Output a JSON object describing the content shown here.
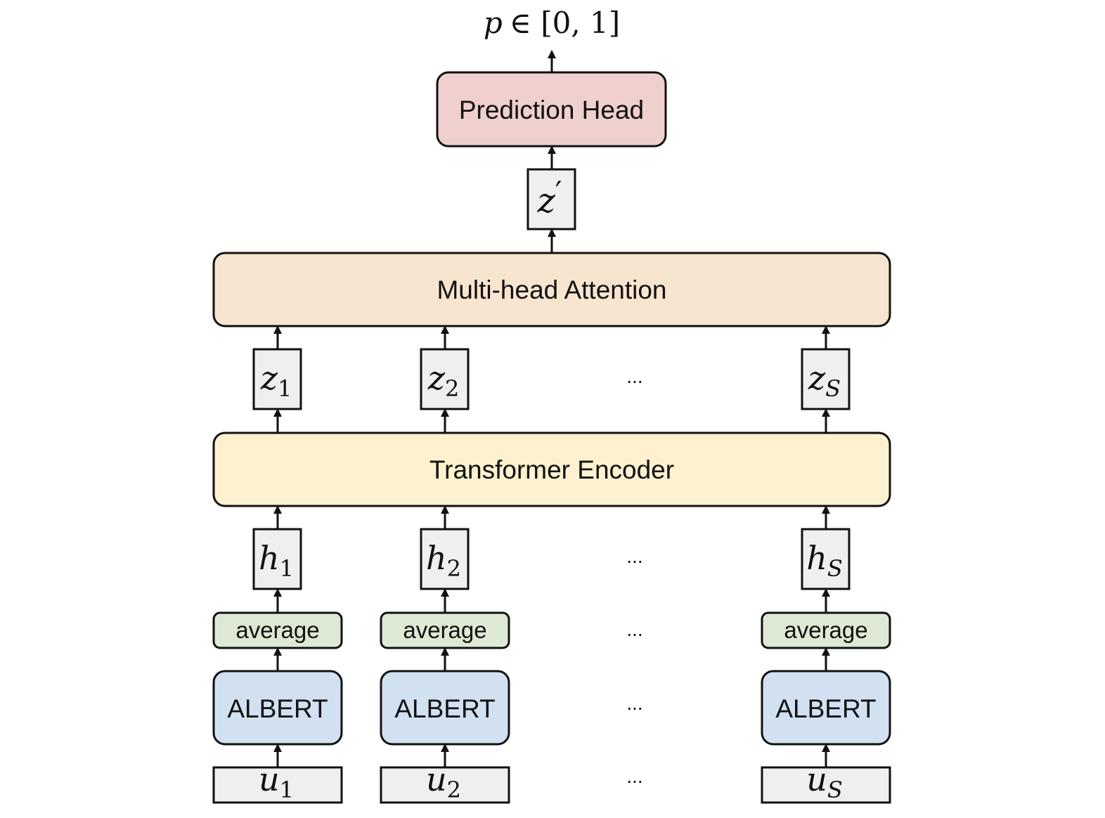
{
  "output": {
    "var": "p",
    "rest": "∈ [0, 1]"
  },
  "prediction_head": {
    "label": "Prediction Head",
    "color": "#f0cfcf"
  },
  "pooled_vector": {
    "base": "z",
    "prime": "′"
  },
  "attention": {
    "label": "Multi-head Attention",
    "color": "#f8e5d0"
  },
  "encoder": {
    "label": "Transformer Encoder",
    "color": "#fdf1cf"
  },
  "vector_box_color": "#efefef",
  "average_color": "#dde9d4",
  "albert_color": "#d1e1f1",
  "ellipsis": "...",
  "columns": [
    {
      "z": "z",
      "z_sub": "1",
      "h": "h",
      "h_sub": "1",
      "average": "average",
      "model": "ALBERT",
      "u": "u",
      "u_sub": "1"
    },
    {
      "z": "z",
      "z_sub": "2",
      "h": "h",
      "h_sub": "2",
      "average": "average",
      "model": "ALBERT",
      "u": "u",
      "u_sub": "2"
    },
    {
      "z": "z",
      "z_sub": "S",
      "h": "h",
      "h_sub": "S",
      "average": "average",
      "model": "ALBERT",
      "u": "u",
      "u_sub": "S"
    }
  ]
}
